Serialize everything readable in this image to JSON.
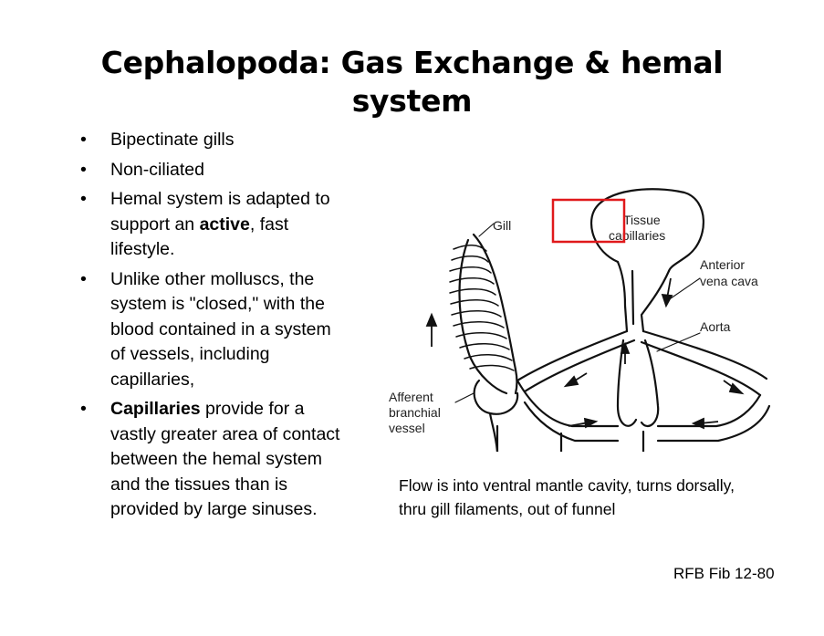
{
  "slide": {
    "title": "Cephalopoda: Gas Exchange & hemal system",
    "bullets": [
      {
        "parts": [
          {
            "text": "Bipectinate gills",
            "bold": false
          }
        ]
      },
      {
        "parts": [
          {
            "text": "Non-ciliated",
            "bold": false
          }
        ]
      },
      {
        "parts": [
          {
            "text": "Hemal system is adapted to support an ",
            "bold": false
          },
          {
            "text": "active",
            "bold": true
          },
          {
            "text": ", fast lifestyle.",
            "bold": false
          }
        ]
      },
      {
        "parts": [
          {
            "text": "Unlike other molluscs, the system is \"closed,\" with the blood contained in a system of vessels, including capillaries,",
            "bold": false
          }
        ]
      },
      {
        "parts": [
          {
            "text": "Capillaries",
            "bold": true
          },
          {
            "text": " provide for a vastly greater area of contact between the hemal system and the tissues than is provided by large sinuses.",
            "bold": false
          }
        ]
      }
    ],
    "bullet_glyph": "•",
    "caption": "Flow is into ventral mantle cavity, turns dorsally, thru gill filaments, out of funnel",
    "credit": "RFB Fib 12-80"
  },
  "diagram": {
    "labels": {
      "gill": "Gill",
      "tissue": "Tissue",
      "capillaries": "capillaries",
      "anterior": "Anterior",
      "vena_cava": "vena cava",
      "aorta": "Aorta",
      "afferent": "Afferent",
      "branchial": "branchial",
      "vessel": "vessel"
    },
    "highlight_color": "#e0191b"
  }
}
